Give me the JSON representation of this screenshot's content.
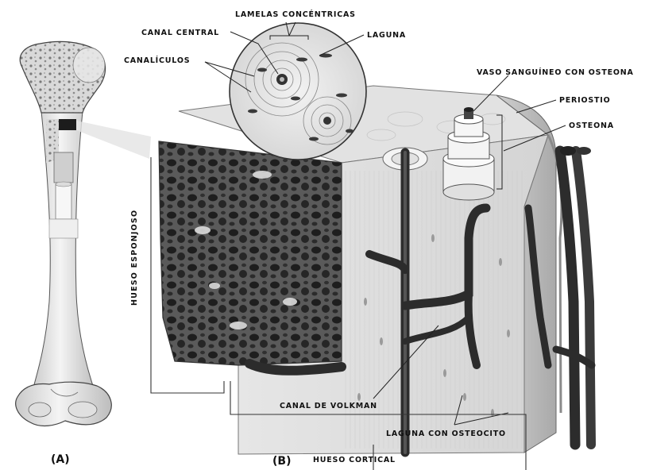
{
  "panels": {
    "a": "(A)",
    "b": "(B)"
  },
  "labels": {
    "lamelas": "LAMELAS CONCÉNTRICAS",
    "canal_central": "CANAL CENTRAL",
    "laguna": "LAGUNA",
    "canaliculos": "CANALÍCULOS",
    "vaso": "VASO SANGUÍNEO CON OSTEONA",
    "periostio": "PERIOSTIO",
    "osteona": "OSTEONA",
    "hueso_esponjoso": "HUESO ESPONJOSO",
    "canal_volkman": "CANAL DE VOLKMAN",
    "laguna_osteocito": "LAGUNA CON OSTEOCITO",
    "hueso_cortical": "HUESO CORTICAL"
  }
}
